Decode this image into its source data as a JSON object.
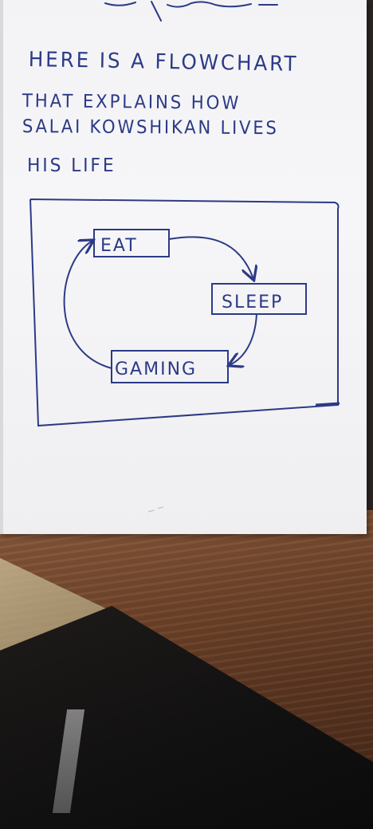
{
  "heading": {
    "line1": "HERE IS A FLOWCHART",
    "line2": "THAT EXPLAINS HOW",
    "line3": "SALAI KOWSHIKAN LIVES",
    "line4": "HIS LIFE"
  },
  "flowchart": {
    "nodes": [
      {
        "id": "eat",
        "label": "EAT"
      },
      {
        "id": "sleep",
        "label": "SLEEP"
      },
      {
        "id": "gaming",
        "label": "GAMING"
      }
    ],
    "edges": [
      {
        "from": "eat",
        "to": "sleep"
      },
      {
        "from": "sleep",
        "to": "gaming"
      },
      {
        "from": "gaming",
        "to": "eat"
      }
    ]
  },
  "colors": {
    "ink": "#2c3a86",
    "paper": "#f4f4f7",
    "desk": "#6e4329"
  }
}
